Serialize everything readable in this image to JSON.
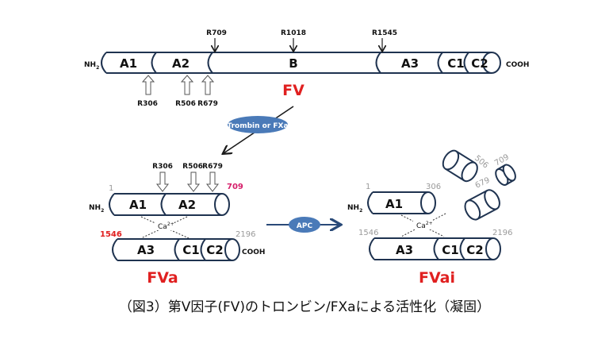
{
  "colors": {
    "outline": "#1f3350",
    "ellipse_fill": "#4a7ab8",
    "title_red": "#e02020",
    "site_magenta": "#d6206b",
    "grey_label": "#9a9a9a"
  },
  "fv": {
    "title": "FV",
    "nh2": "NH",
    "nh2_sub": "2",
    "cooh": "COOH",
    "segments": [
      "A1",
      "A2",
      "B",
      "A3",
      "C1",
      "C2"
    ],
    "thrombin_sites": [
      "R709",
      "R1018",
      "R1545"
    ],
    "apc_sites": [
      "R306",
      "R506",
      "R679"
    ]
  },
  "activation": {
    "label": "Trombin or FXa"
  },
  "fva": {
    "title": "FVa",
    "heavy_chain": {
      "segments": [
        "A1",
        "A2"
      ],
      "start": "1",
      "end": "709"
    },
    "light_chain": {
      "segments": [
        "A3",
        "C1",
        "C2"
      ],
      "start": "1546",
      "end": "2196"
    },
    "apc_sites": [
      "R306",
      "R506",
      "R679"
    ],
    "nh2": "NH",
    "nh2_sub": "2",
    "cooh": "COOH",
    "calcium": "Ca",
    "calcium_sup": "2+"
  },
  "inactivation": {
    "label": "APC"
  },
  "fvai": {
    "title": "FVai",
    "heavy_chain": {
      "segments": [
        "A1"
      ],
      "start": "1",
      "end": "306"
    },
    "light_chain": {
      "segments": [
        "A3",
        "C1",
        "C2"
      ],
      "start": "1546",
      "end": "2196"
    },
    "fragments": [
      "506",
      "679",
      "709"
    ],
    "nh2": "NH",
    "nh2_sub": "2",
    "calcium": "Ca",
    "calcium_sup": "2+"
  },
  "caption": "（図3）第V因子(FV)のトロンビン/FXaによる活性化（凝固）"
}
